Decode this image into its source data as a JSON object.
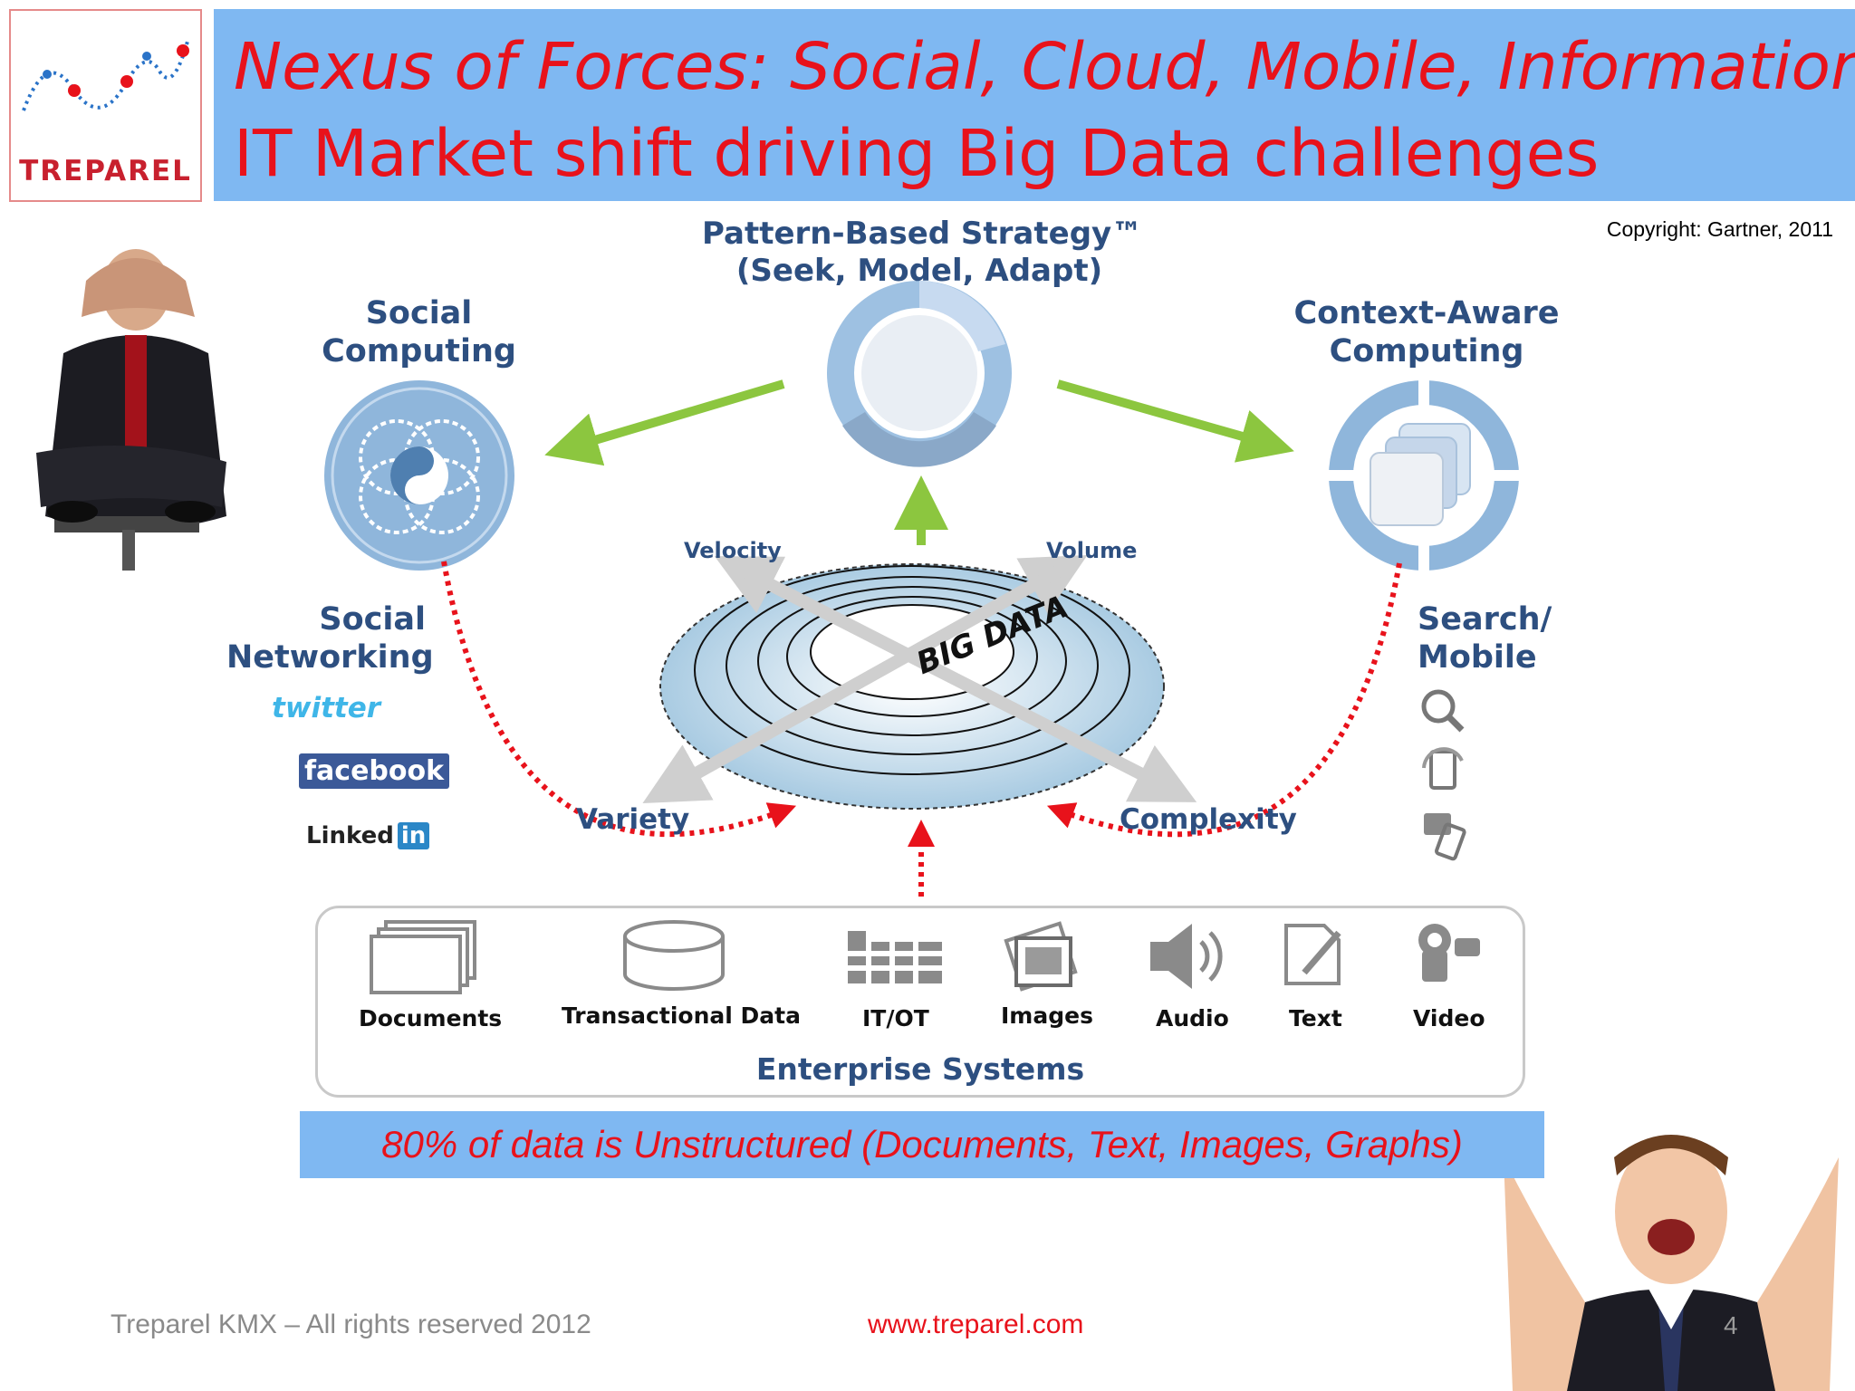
{
  "header": {
    "logo_text": "TREPAREL",
    "title_line1": "Nexus of Forces: Social, Cloud, Mobile, Information",
    "title_line2": "IT Market shift driving Big Data challenges"
  },
  "copyright": "Copyright: Gartner, 2011",
  "diagram": {
    "pattern_strategy": {
      "line1": "Pattern-Based Strategy™",
      "line2": "(Seek, Model, Adapt)"
    },
    "social_computing": {
      "line1": "Social",
      "line2": "Computing"
    },
    "context_aware": {
      "line1": "Context-Aware",
      "line2": "Computing"
    },
    "social_networking": {
      "line1": "Social",
      "line2": "Networking",
      "brands": {
        "twitter": "twitter",
        "facebook": "facebook",
        "linkedin": "Linked",
        "linkedin_badge": "in"
      }
    },
    "search_mobile": {
      "line1": "Search/",
      "line2": "Mobile"
    },
    "big_data": {
      "label": "BIG DATA",
      "velocity": "Velocity",
      "volume": "Volume",
      "variety": "Variety",
      "complexity": "Complexity"
    },
    "enterprise": {
      "title": "Enterprise Systems",
      "types": [
        "Documents",
        "Transactional Data",
        "IT/OT",
        "Images",
        "Audio",
        "Text",
        "Video"
      ]
    }
  },
  "callout": "80% of data is Unstructured (Documents, Text, Images, Graphs)",
  "footer": {
    "rights": "Treparel KMX – All rights reserved 2012",
    "url": "www.treparel.com",
    "page": "4"
  },
  "colors": {
    "title_red": "#e8121b",
    "bar_blue": "#7fb8f2",
    "label_navy": "#2d4f80",
    "arrow_green": "#8cc63f",
    "dotted_red": "#e8121b"
  }
}
